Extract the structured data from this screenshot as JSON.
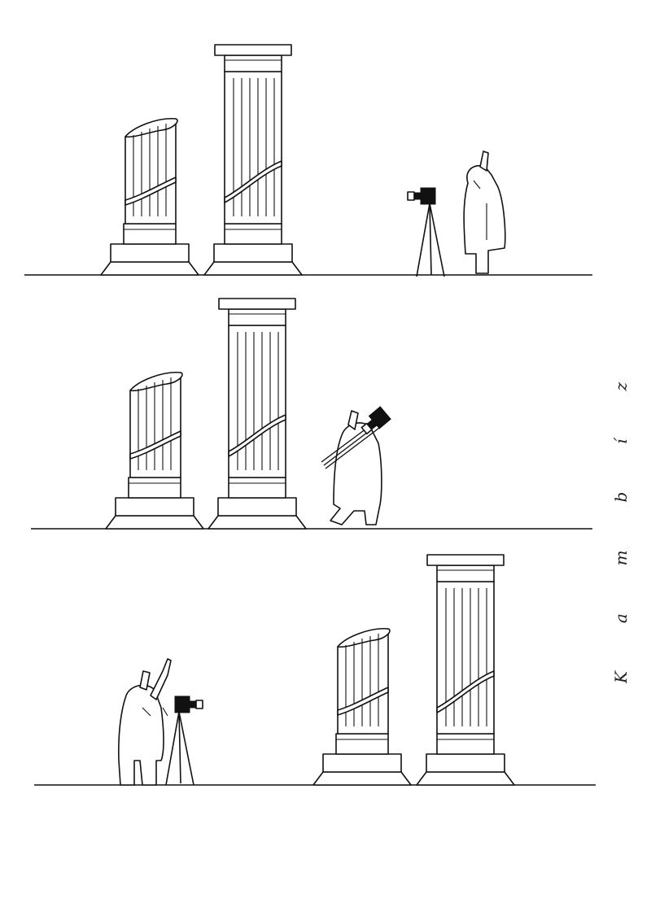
{
  "cartoon": {
    "signature": "Kambíz",
    "panels": [
      {
        "scene": "photographer-beside-tripod-camera"
      },
      {
        "scene": "photographer-walking-with-camera"
      },
      {
        "scene": "photographer-pointing-at-swapped-columns"
      }
    ]
  },
  "colors": {
    "ink": "#111111",
    "paper": "#ffffff"
  }
}
